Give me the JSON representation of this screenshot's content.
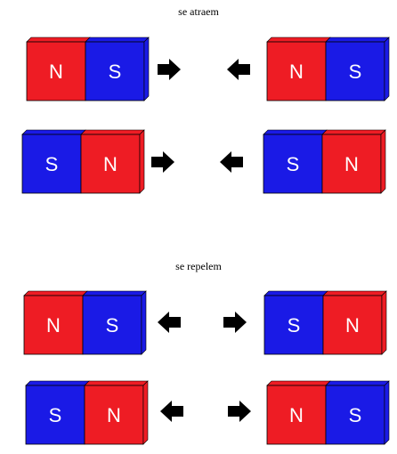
{
  "sections": [
    {
      "heading": "se atraem",
      "rows": [
        {
          "left_magnet": [
            "N",
            "S"
          ],
          "left_arrow": "right",
          "right_arrow": "left",
          "right_magnet": [
            "N",
            "S"
          ]
        },
        {
          "left_magnet": [
            "S",
            "N"
          ],
          "left_arrow": "right",
          "right_arrow": "left",
          "right_magnet": [
            "S",
            "N"
          ]
        }
      ]
    },
    {
      "heading": "se repelem",
      "rows": [
        {
          "left_magnet": [
            "N",
            "S"
          ],
          "left_arrow": "left",
          "right_arrow": "right",
          "right_magnet": [
            "S",
            "N"
          ]
        },
        {
          "left_magnet": [
            "S",
            "N"
          ],
          "left_arrow": "left",
          "right_arrow": "right",
          "right_magnet": [
            "N",
            "S"
          ]
        }
      ]
    }
  ],
  "colors": {
    "N": "#ee1c24",
    "S": "#1a1ae6",
    "arrow": "#000000",
    "outline": "#000000"
  }
}
